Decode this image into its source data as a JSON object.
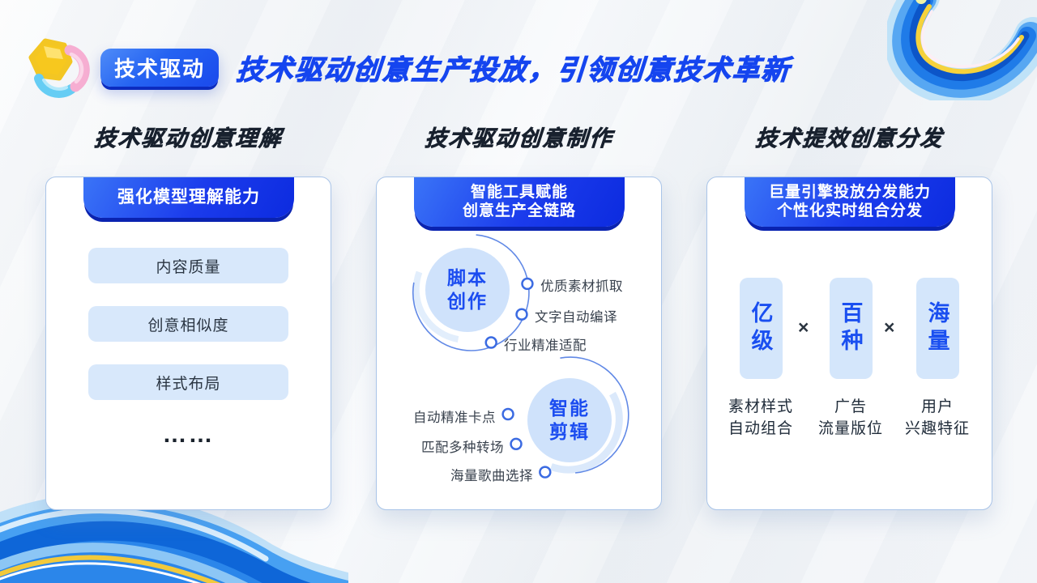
{
  "header": {
    "badge": "技术驱动",
    "title": "技术驱动创意生产投放，引领创意技术革新",
    "logo": "juliang-engine-3d-logo"
  },
  "col1": {
    "heading": "技术驱动创意理解",
    "ribbon": "强化模型理解能力",
    "items": [
      "内容质量",
      "创意相似度",
      "样式布局"
    ],
    "ellipsis": "……"
  },
  "col2": {
    "heading": "技术驱动创意制作",
    "ribbon_line1": "智能工具赋能",
    "ribbon_line2": "创意生产全链路",
    "circle1_line1": "脚本",
    "circle1_line2": "创作",
    "circle1_items": [
      "优质素材抓取",
      "文字自动编译",
      "行业精准适配"
    ],
    "circle2_line1": "智能",
    "circle2_line2": "剪辑",
    "circle2_items": [
      "自动精准卡点",
      "匹配多种转场",
      "海量歌曲选择"
    ]
  },
  "col3": {
    "heading": "技术提效创意分发",
    "ribbon_line1": "巨量引擎投放分发能力",
    "ribbon_line2": "个性化实时组合分发",
    "multiply": "×",
    "factors": [
      {
        "term": "亿级",
        "label1": "素材样式",
        "label2": "自动组合"
      },
      {
        "term": "百种",
        "label1": "广告",
        "label2": "流量版位"
      },
      {
        "term": "海量",
        "label1": "用户",
        "label2": "兴趣特征"
      }
    ]
  },
  "colors": {
    "accent_blue": "#1545ef",
    "ribbon_gradient_start": "#3a74f7",
    "ribbon_gradient_end": "#0c2bdf",
    "ribbon_back_shadow": "#0a23b0",
    "pill_bg": "#d8e8fb",
    "circle_bg": "#cfe2fb",
    "heading_dark": "#18212e",
    "card_border": "#a9c4e8"
  }
}
